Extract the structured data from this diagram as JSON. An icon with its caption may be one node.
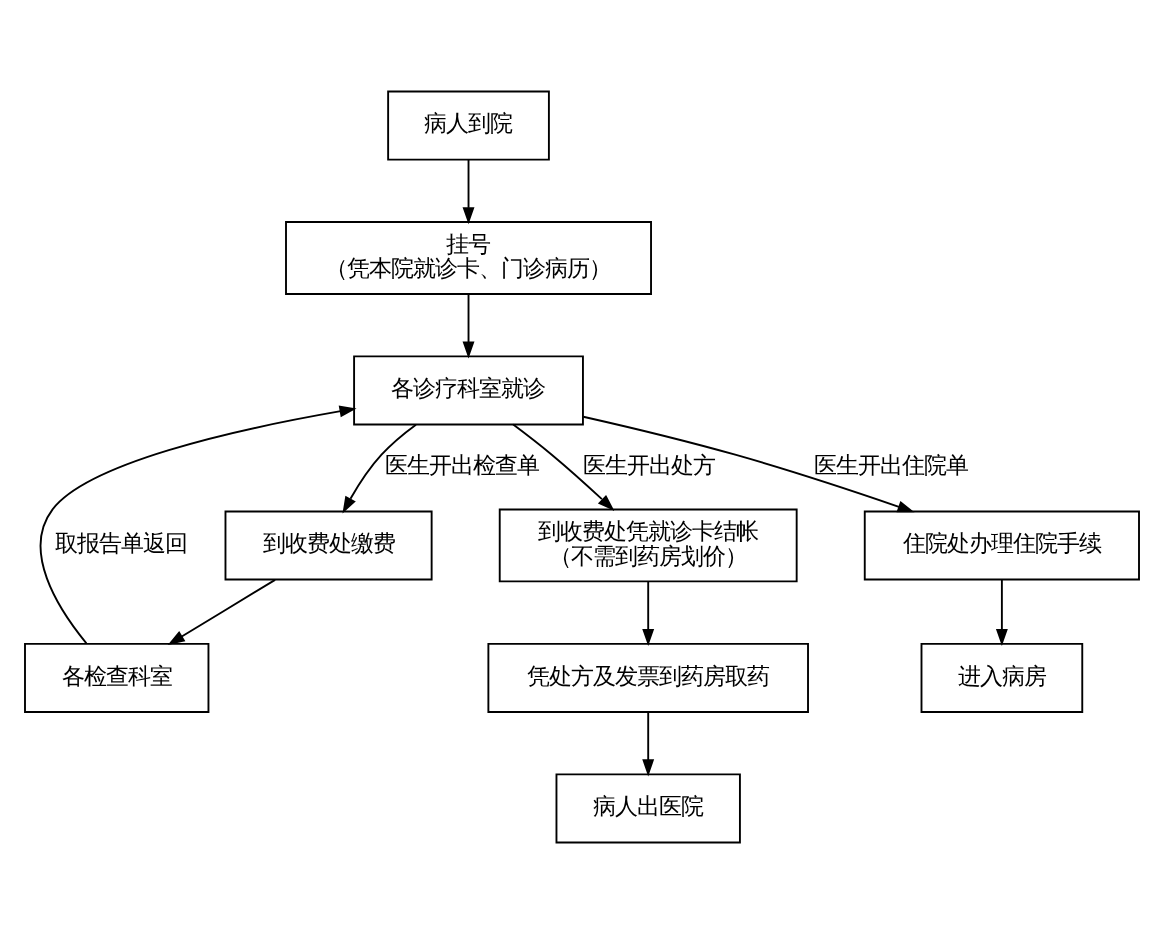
{
  "diagram": {
    "nodes": [
      {
        "text": [
          "病人到院"
        ]
      },
      {
        "text": [
          "挂号",
          "（凭本院就诊卡、门诊病历）"
        ]
      },
      {
        "text": [
          "到收费处缴费"
        ]
      },
      {
        "text": [
          "各检查科室"
        ]
      },
      {
        "text": [
          "各诊疗科室就诊"
        ]
      },
      {
        "text": [
          "到收费处凭就诊卡结帐",
          "（不需到药房划价）"
        ]
      },
      {
        "text": [
          "住院处办理住院手续"
        ]
      },
      {
        "text": [
          "凭处方及发票到药房取药"
        ]
      },
      {
        "text": [
          "进入病房"
        ]
      },
      {
        "text": [
          "病人出医院"
        ]
      }
    ],
    "edges": [
      {
        "from": 0,
        "to": 1,
        "arrow": "to"
      },
      {
        "from": 1,
        "to": 4,
        "arrow": "to"
      },
      {
        "from": 4,
        "to": 2,
        "arrow": "to",
        "label": "医生开出检查单"
      },
      {
        "from": 2,
        "to": 3,
        "arrow": "to"
      },
      {
        "from": 3,
        "to": 4,
        "arrow": "to",
        "label": "取报告单返回"
      },
      {
        "from": 4,
        "to": 5,
        "arrow": "to",
        "label": "医生开出处方"
      },
      {
        "from": 4,
        "to": 6,
        "arrow": "to",
        "label": "医生开出住院单"
      },
      {
        "from": 5,
        "to": 7,
        "arrow": "to"
      },
      {
        "from": 6,
        "to": 8,
        "arrow": "to"
      },
      {
        "from": 7,
        "to": 9,
        "arrow": "to"
      }
    ]
  }
}
